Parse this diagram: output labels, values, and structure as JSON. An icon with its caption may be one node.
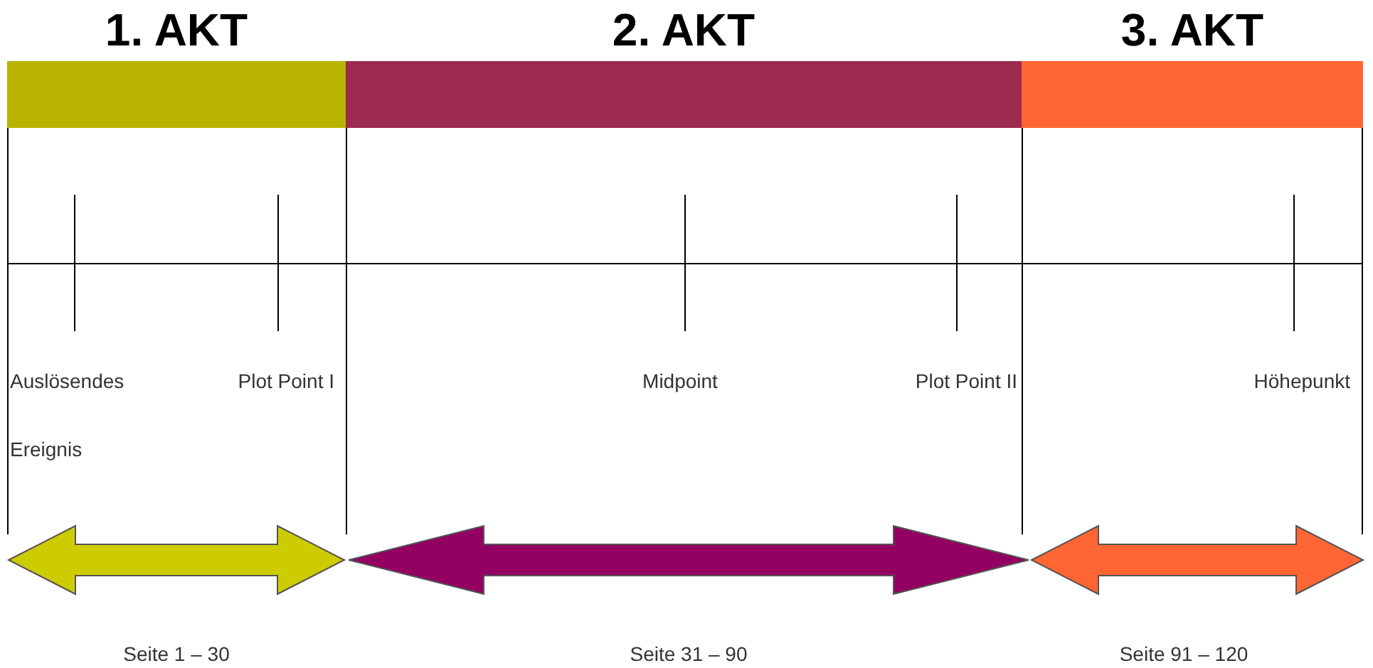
{
  "diagram": {
    "nodes": [
      {
        "text": [
          "1. AKT"
        ]
      },
      {
        "text": [
          "2. AKT"
        ]
      },
      {
        "text": [
          "3. AKT"
        ]
      }
    ],
    "labels": [
      "Auslösendes Ereignis",
      "Plot Point I",
      "Midpoint",
      "Plot Point II",
      "Höhepunkt",
      "Seite 1 – 30",
      "Seite 31 – 90",
      "Seite 91 – 120"
    ]
  }
}
